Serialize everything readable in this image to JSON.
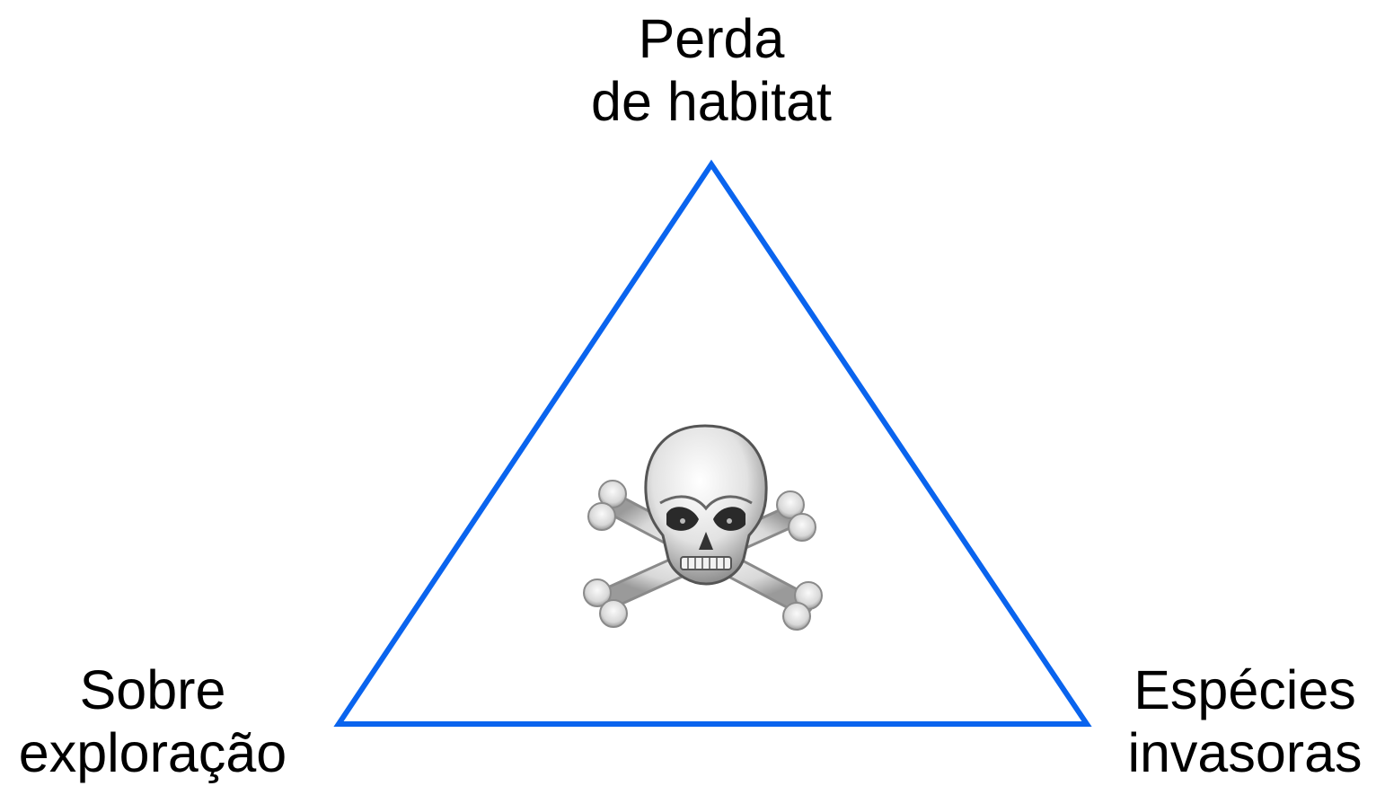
{
  "nodes": {
    "top": {
      "line1": "Perda",
      "line2": "de habitat"
    },
    "left": {
      "line1": "Sobre",
      "line2": "exploração"
    },
    "right": {
      "line1": "Espécies",
      "line2": "invasoras"
    }
  },
  "center_icon": "skull-and-crossbones-icon",
  "colors": {
    "triangle_stroke": "#0a64ee",
    "text": "#000000",
    "background": "#ffffff"
  }
}
